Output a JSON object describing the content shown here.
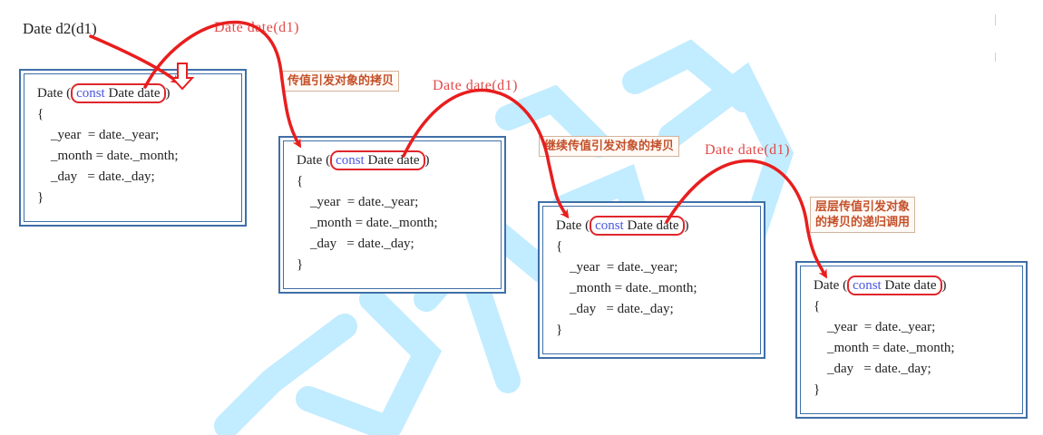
{
  "initial_call": "Date d2(d1)",
  "recursive_calls": [
    "Date date(d1)",
    "Date date(d1)",
    "Date date(d1)"
  ],
  "notes": [
    "传值引发对象的拷贝",
    "继续传值引发对象的拷贝",
    "层层传值引发对象",
    "的拷贝的递归调用"
  ],
  "code": {
    "sig_open": "Date (",
    "sig_keyword": "const",
    "sig_rest": " Date date",
    "sig_close": ")",
    "brace_open": "{",
    "line_year": "    _year  = date._year;",
    "line_month": "    _month = date._month;",
    "line_day": "    _day   = date._day;",
    "brace_close": "}"
  },
  "colors": {
    "arrow": "#e81e1e",
    "box_border": "#3f6fa8",
    "keyword": "#4a56e0",
    "call_text": "#e24a4a",
    "watermark": "#9fe0ff"
  }
}
